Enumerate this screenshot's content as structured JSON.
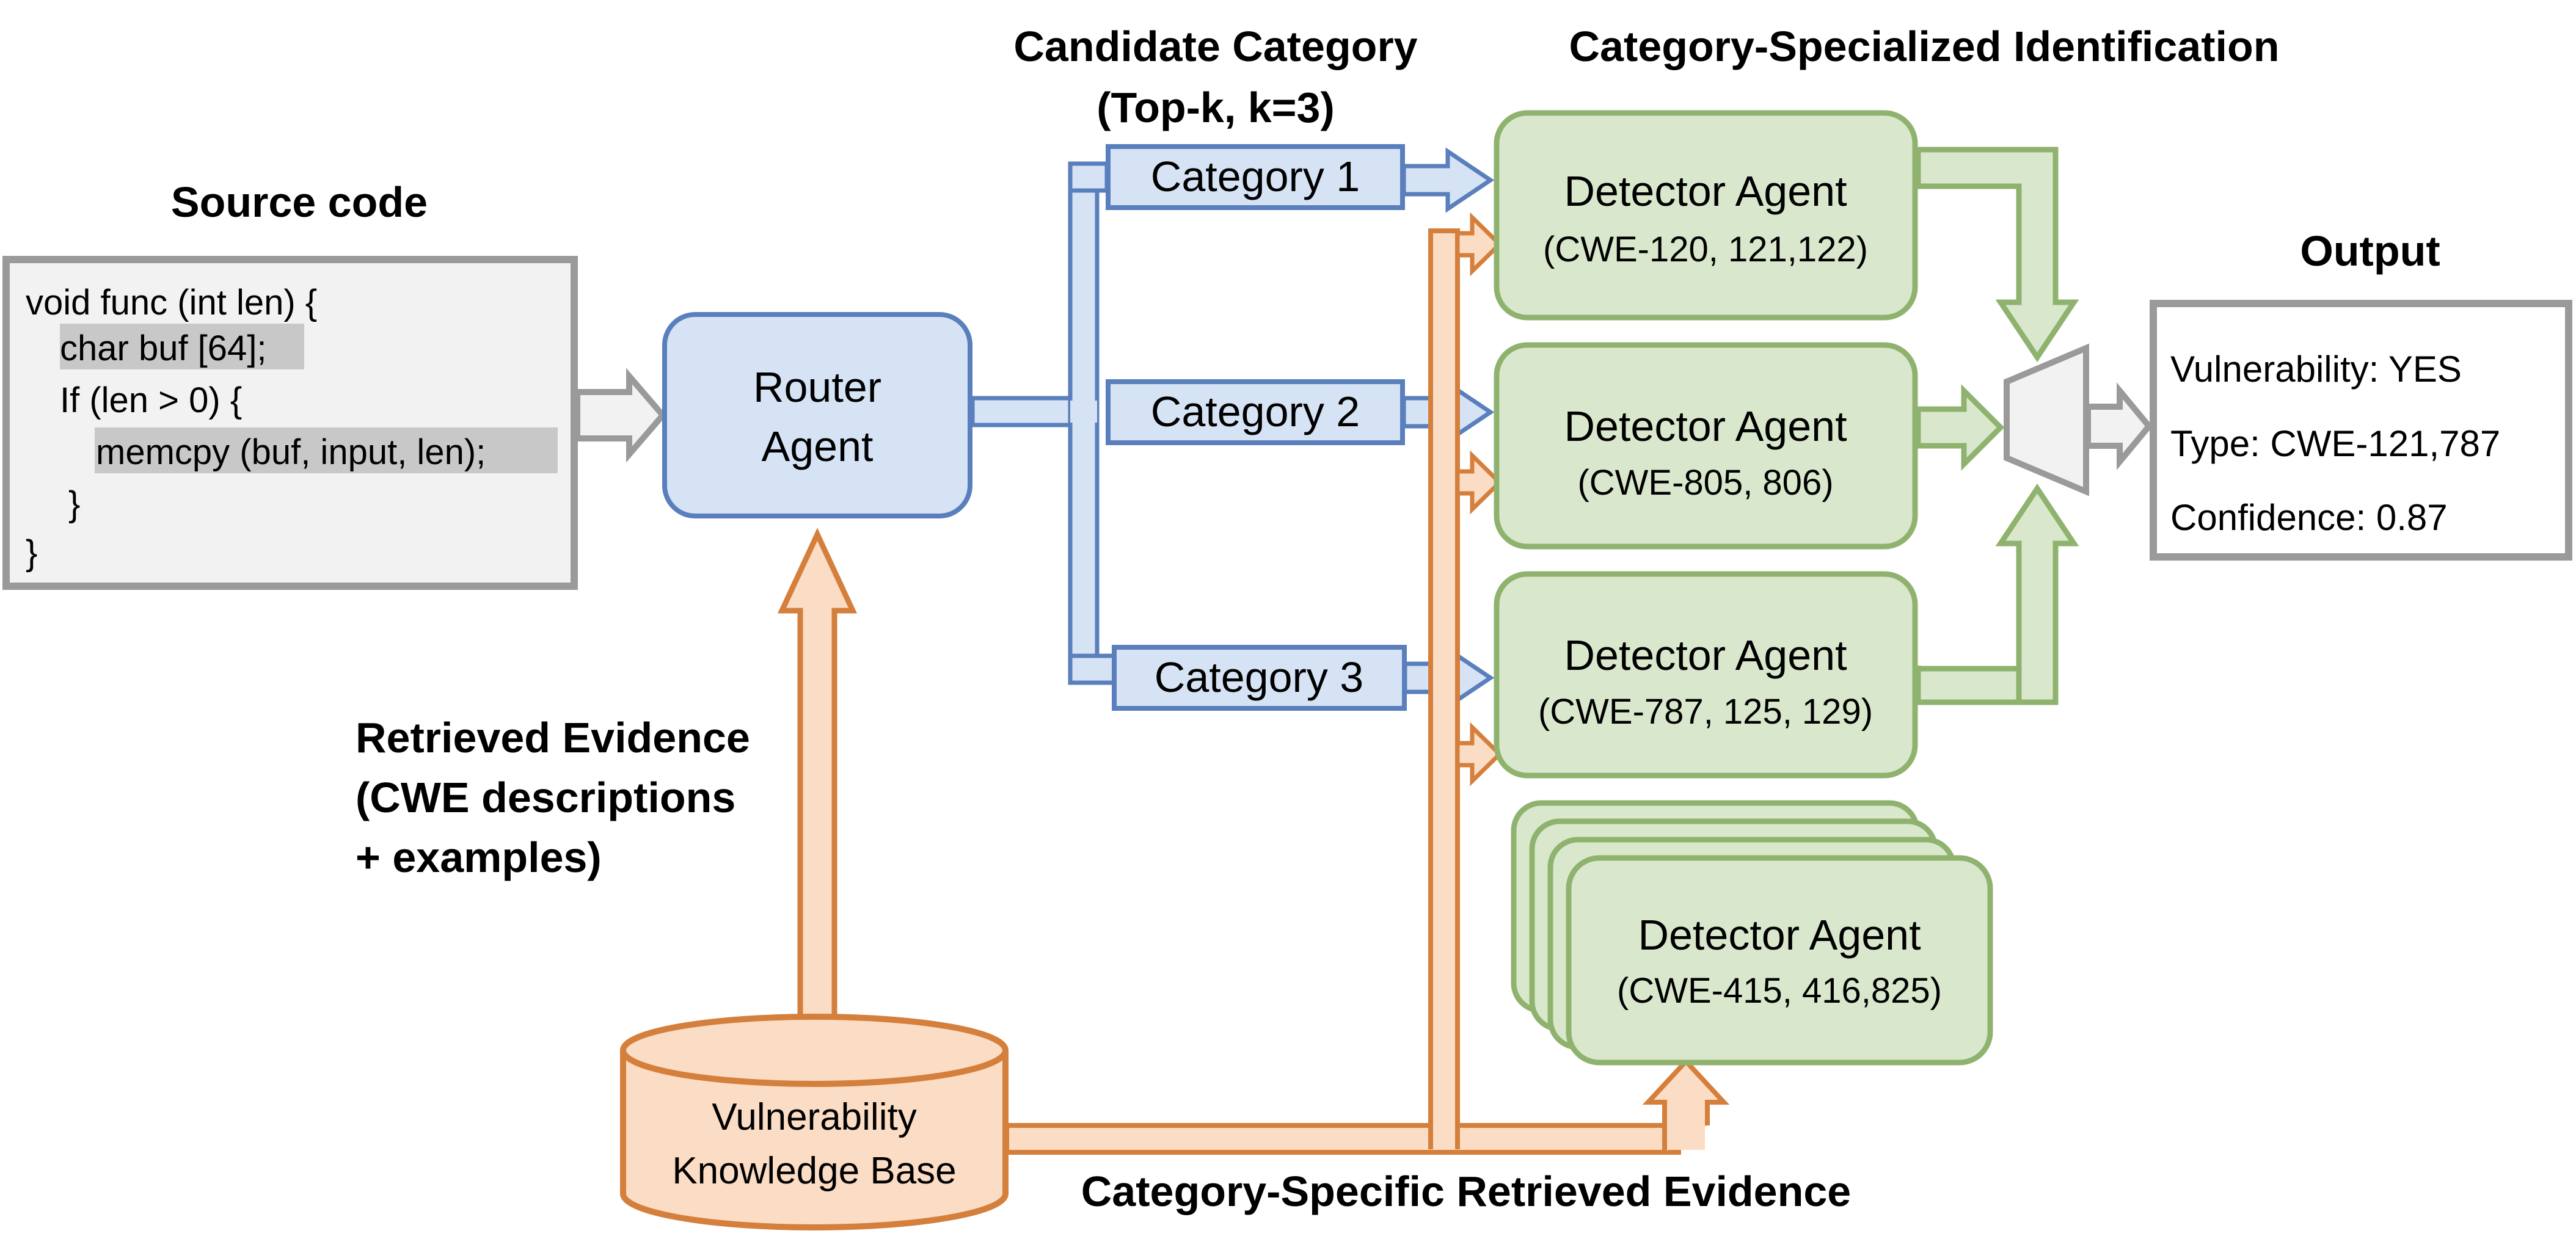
{
  "headings": {
    "source_code": "Source code",
    "candidate_category_line1": "Candidate Category",
    "candidate_category_line2": "(Top-k, k=3)",
    "category_specialized": "Category-Specialized Identification",
    "output": "Output"
  },
  "source_code_lines": [
    "void func (int len) {",
    "char buf [64];",
    "If (len > 0) {",
    "memcpy (buf, input, len);",
    "}",
    "}"
  ],
  "router_agent": {
    "line1": "Router",
    "line2": "Agent"
  },
  "categories": [
    "Category 1",
    "Category 2",
    "Category 3"
  ],
  "detectors": [
    {
      "title": "Detector Agent",
      "cwe": "(CWE-120, 121,122)"
    },
    {
      "title": "Detector Agent",
      "cwe": "(CWE-805, 806)"
    },
    {
      "title": "Detector Agent",
      "cwe": "(CWE-787, 125, 129)"
    },
    {
      "title": "Detector Agent",
      "cwe": "(CWE-415, 416,825)"
    }
  ],
  "output_box": {
    "vulnerability": "Vulnerability: YES",
    "type": "Type: CWE-121,787",
    "confidence": "Confidence: 0.87"
  },
  "retrieved_evidence": {
    "line1": "Retrieved Evidence",
    "line2": "(CWE descriptions",
    "line3": "+ examples)"
  },
  "knowledge_base": {
    "line1": "Vulnerability",
    "line2": "Knowledge Base"
  },
  "category_specific_evidence": "Category-Specific Retrieved Evidence",
  "colors": {
    "blue_stroke": "#5a7fbd",
    "blue_fill": "#d6e3f5",
    "green_stroke": "#8fb36f",
    "green_fill": "#d9e8cc",
    "orange_stroke": "#d57f3c",
    "orange_fill": "#fbdcc4",
    "gray_stroke": "#9a9a9a",
    "gray_fill": "#f2f2f2",
    "code_highlight": "#c8c8c8"
  }
}
